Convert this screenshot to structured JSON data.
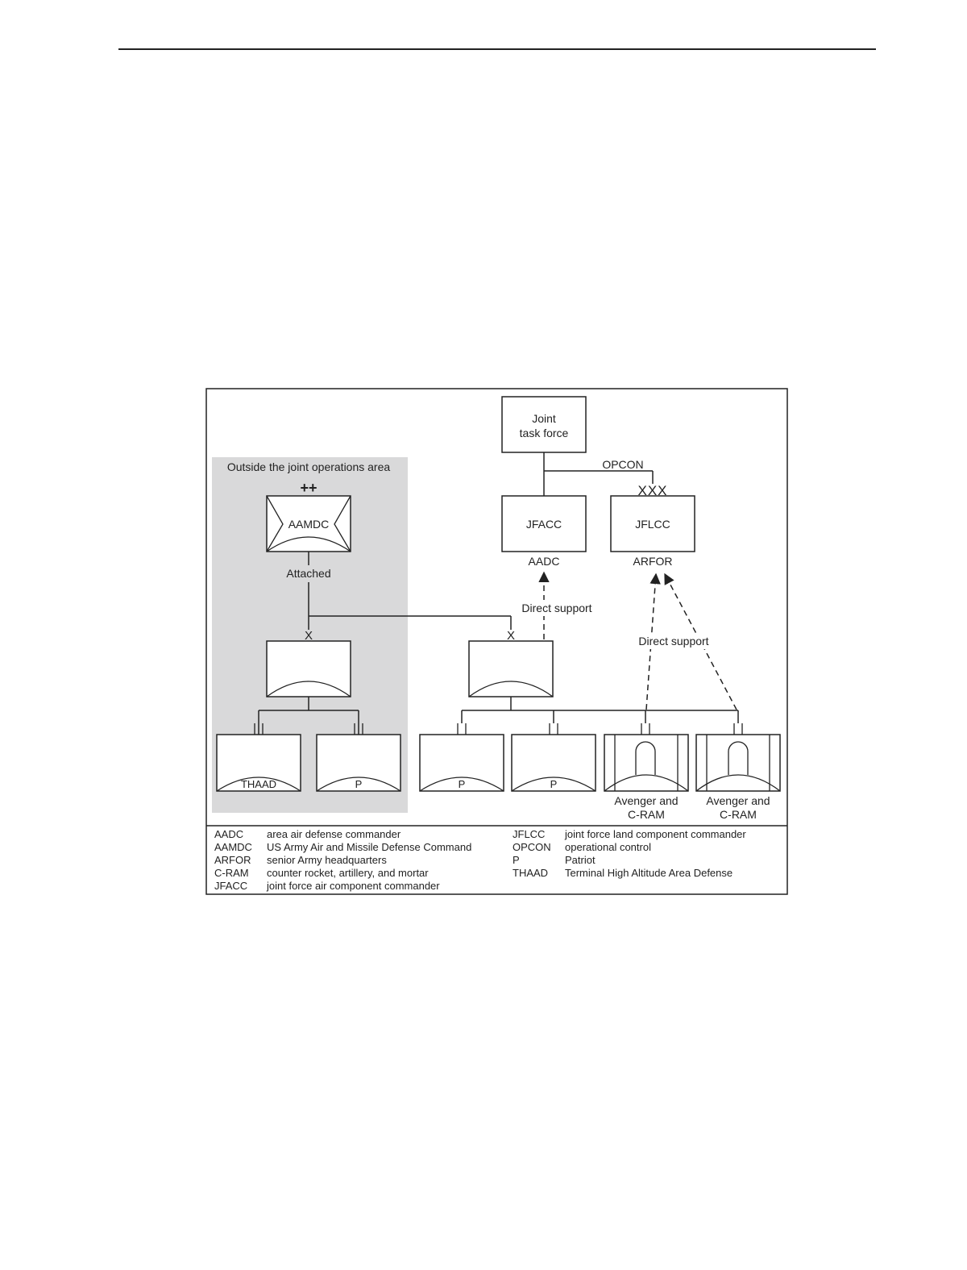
{
  "diagram": {
    "outside_area_label": "Outside the joint operations area",
    "aamdc_echelon": "++",
    "aamdc_label": "AAMDC",
    "attached_label": "Attached",
    "brigade_echelon_left": "X",
    "brigade_echelon_right": "X",
    "jtf_line1": "Joint",
    "jtf_line2": "task force",
    "opcon_label": "OPCON",
    "jflcc_echelon": "XXX",
    "jfacc_label": "JFACC",
    "jflcc_label": "JFLCC",
    "aadc_label": "AADC",
    "arfor_label": "ARFOR",
    "direct_support_left": "Direct support",
    "direct_support_right": "Direct support",
    "unit_thaad": "THAAD",
    "unit_p_left": "P",
    "unit_p_mid1": "P",
    "unit_p_mid2": "P",
    "avenger1_line1": "Avenger and",
    "avenger1_line2": "C-RAM",
    "avenger2_line1": "Avenger and",
    "avenger2_line2": "C-RAM"
  },
  "legend": {
    "left": [
      {
        "term": "AADC",
        "definition": "area air defense commander"
      },
      {
        "term": "AAMDC",
        "definition": "US Army Air and Missile Defense Command"
      },
      {
        "term": "ARFOR",
        "definition": "senior Army headquarters"
      },
      {
        "term": "C-RAM",
        "definition": "counter rocket, artillery, and mortar"
      },
      {
        "term": "JFACC",
        "definition": "joint force air component commander"
      }
    ],
    "right": [
      {
        "term": "JFLCC",
        "definition": "joint force land component commander"
      },
      {
        "term": "OPCON",
        "definition": "operational control"
      },
      {
        "term": "P",
        "definition": "Patriot"
      },
      {
        "term": "THAAD",
        "definition": "Terminal High Altitude Area Defense"
      }
    ]
  }
}
